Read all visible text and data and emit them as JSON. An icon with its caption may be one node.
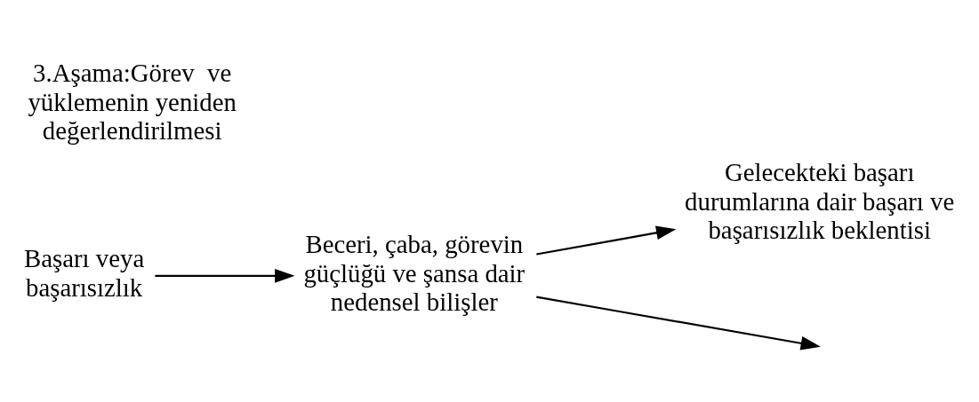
{
  "diagram": {
    "title": "3.Aşama:Görev  ve yüklemenin yeniden değerlendirilmesi",
    "nodes": [
      {
        "text": [
          "Başarı veya başarısızlık"
        ]
      },
      {
        "text": [
          "Beceri, çaba, görevin güçlüğü ve şansa dair nedensel bilişler"
        ]
      },
      {
        "text": [
          "Gelecekteki başarı durumlarına dair başarı ve başarısızlık beklentisi"
        ]
      }
    ],
    "edges": [
      {
        "from": 0,
        "to": 1,
        "arrow": "to"
      },
      {
        "from": 1,
        "to": null,
        "arrow": "to"
      },
      {
        "from": 1,
        "to": 2,
        "arrow": "to"
      }
    ]
  }
}
